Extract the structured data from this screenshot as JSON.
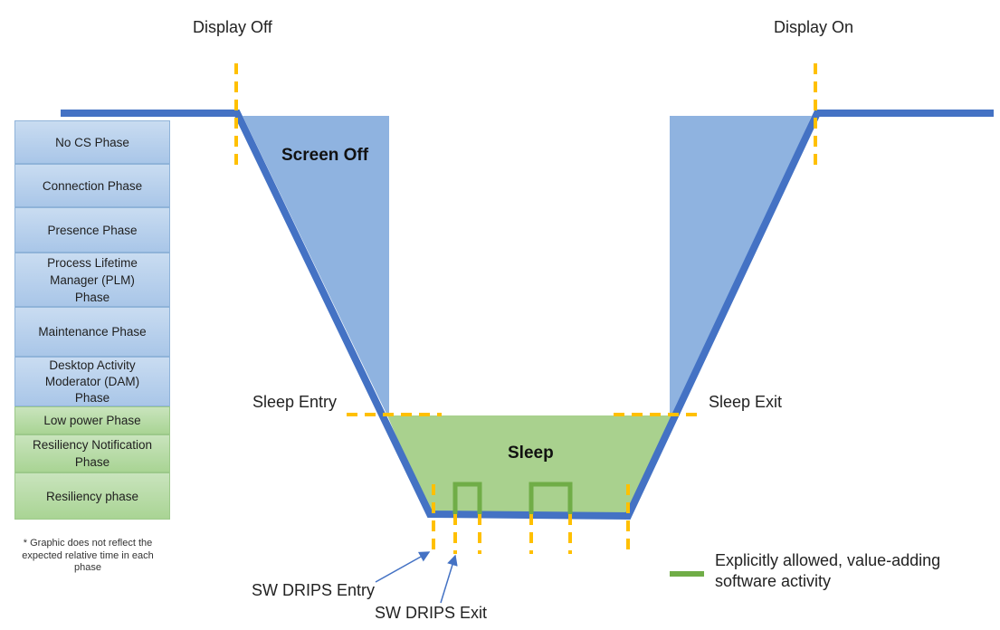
{
  "labels": {
    "display_off": "Display Off",
    "display_on": "Display On",
    "screen_off": "Screen Off",
    "sleep": "Sleep",
    "sleep_entry": "Sleep Entry",
    "sleep_exit": "Sleep Exit",
    "sw_drips_entry": "SW DRIPS Entry",
    "sw_drips_exit": "SW DRIPS Exit"
  },
  "phases": [
    {
      "label": "No CS Phase",
      "color": "blue"
    },
    {
      "label": "Connection Phase",
      "color": "blue"
    },
    {
      "label": "Presence Phase",
      "color": "blue"
    },
    {
      "label": "Process Lifetime Manager (PLM) Phase",
      "color": "blue"
    },
    {
      "label": "Maintenance Phase",
      "color": "blue"
    },
    {
      "label": "Desktop Activity Moderator (DAM) Phase",
      "color": "blue"
    },
    {
      "label": "Low power Phase",
      "color": "green"
    },
    {
      "label": "Resiliency Notification Phase",
      "color": "green"
    },
    {
      "label": "Resiliency phase",
      "color": "green"
    }
  ],
  "note": "* Graphic does not reflect the expected relative time in each phase",
  "legend": {
    "label": "Explicitly allowed, value-adding software activity"
  },
  "colors": {
    "power_line": "#4472c4",
    "screen_off_fill": "#8fb3e0",
    "sleep_fill": "#a9d18e",
    "marker": "#ffc000",
    "activity": "#70ad47"
  }
}
